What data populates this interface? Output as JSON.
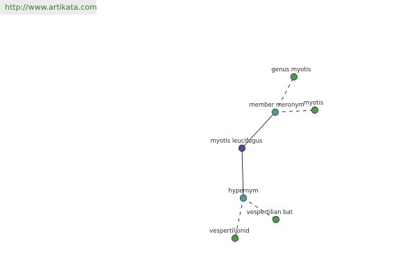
{
  "site_url": "http://www.artikata.com",
  "graph": {
    "nodes": [
      {
        "id": "center",
        "label": "myotis leucifugus",
        "kind": "center"
      },
      {
        "id": "member-meronym",
        "label": "member meronym",
        "kind": "relation"
      },
      {
        "id": "hypernym",
        "label": "hypernym",
        "kind": "relation"
      },
      {
        "id": "genus-myotis",
        "label": "genus myotis",
        "kind": "term"
      },
      {
        "id": "myotis",
        "label": "myotis",
        "kind": "term"
      },
      {
        "id": "vespertilian-bat",
        "label": "vespertilian bat",
        "kind": "term"
      },
      {
        "id": "vespertilionid",
        "label": "vespertilionid",
        "kind": "term"
      }
    ],
    "edges": [
      {
        "from": "center",
        "to": "member-meronym",
        "style": "solid"
      },
      {
        "from": "center",
        "to": "hypernym",
        "style": "solid"
      },
      {
        "from": "member-meronym",
        "to": "genus-myotis",
        "style": "dashed"
      },
      {
        "from": "member-meronym",
        "to": "myotis",
        "style": "dashed"
      },
      {
        "from": "hypernym",
        "to": "vespertilian-bat",
        "style": "dashed"
      },
      {
        "from": "hypernym",
        "to": "vespertilionid",
        "style": "dashed"
      }
    ],
    "colors": {
      "center": "#4a4f96",
      "relation": "#4f9a9a",
      "term": "#4e9a4a",
      "edge": "#1a1a1a"
    }
  }
}
